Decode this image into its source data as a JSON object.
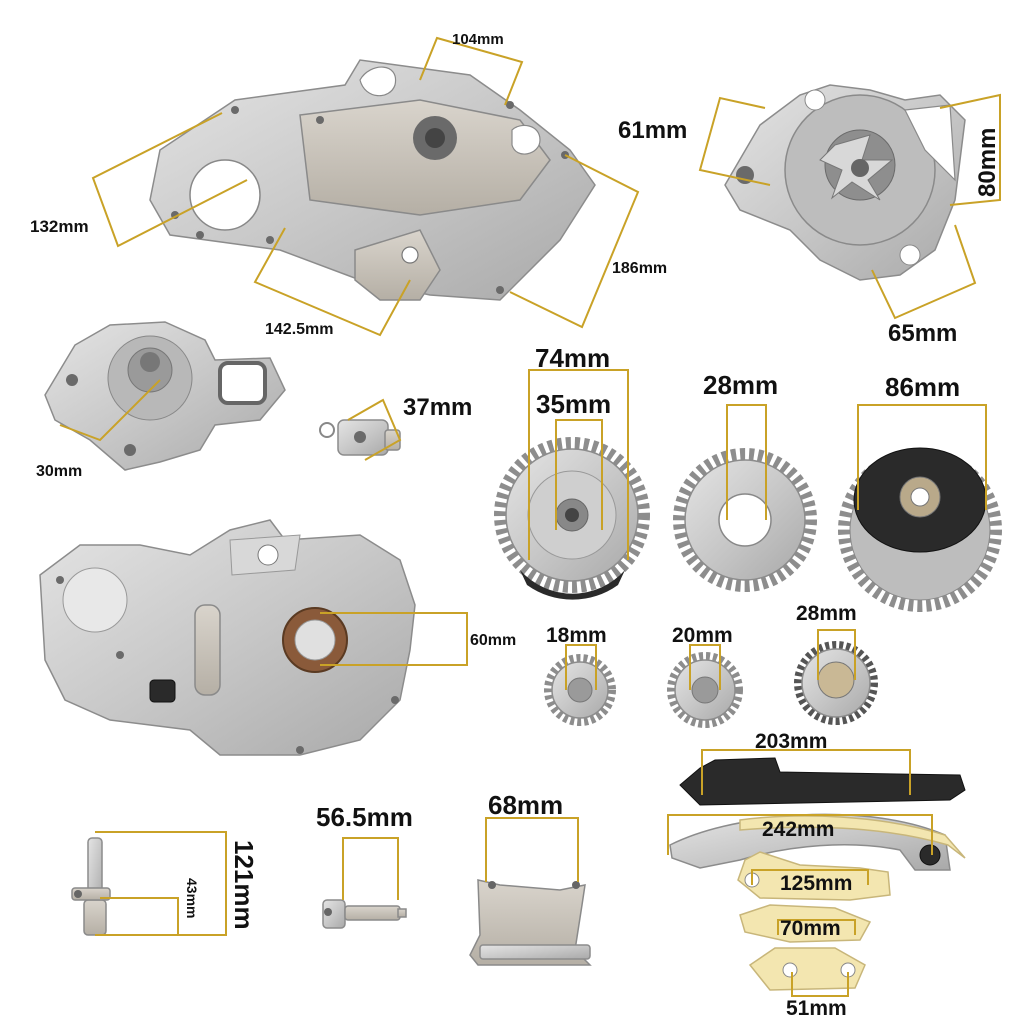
{
  "colors": {
    "dimension_line": "#c9a227",
    "label_text": "#111111",
    "background": "#ffffff"
  },
  "labels": {
    "front_cover_top": "104mm",
    "front_cover_left": "132mm",
    "front_cover_bottom": "142.5mm",
    "front_cover_right": "186mm",
    "water_pump_left": "61mm",
    "water_pump_right": "80mm",
    "water_pump_bottom": "65mm",
    "oil_pump": "30mm",
    "tensioner": "37mm",
    "sprocket1_outer": "74mm",
    "sprocket1_inner": "35mm",
    "sprocket2": "28mm",
    "phaser": "86mm",
    "timing_cover": "60mm",
    "small_gear1": "18mm",
    "small_gear2": "20mm",
    "small_gear3": "28mm",
    "guide_top": "203mm",
    "guide_arm": "242mm",
    "guide_125": "125mm",
    "guide_70": "70mm",
    "guide_51": "51mm",
    "solenoid_length": "121mm",
    "solenoid_inner": "43mm",
    "valve": "56.5mm",
    "bracket": "68mm"
  }
}
